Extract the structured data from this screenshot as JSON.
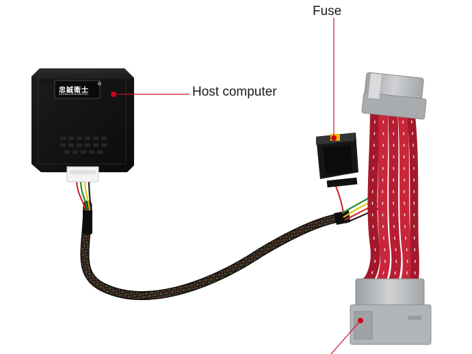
{
  "labels": {
    "fuse": "Fuse",
    "host_computer": "Host computer"
  },
  "host_box": {
    "brand_chinese": "忠誠衛士",
    "brand_latin": "ZHONGCHENGWEISHI",
    "registered_mark": "®"
  },
  "colors": {
    "leader_line": "#c8102e",
    "marker_dot": "#d0021b",
    "box_body": "#151515",
    "wire_red": "#c8263a",
    "connector_gray": "#b4b6b8",
    "background": "#ffffff"
  }
}
